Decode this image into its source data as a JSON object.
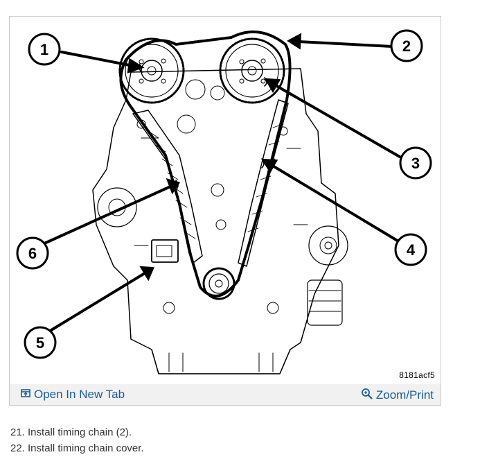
{
  "callouts": [
    "1",
    "2",
    "3",
    "4",
    "5",
    "6"
  ],
  "figure_code": "8181acf5",
  "toolbar": {
    "open_tab_label": "Open In New Tab",
    "zoom_label": "Zoom/Print",
    "open_tab_icon": "open-in-new-tab-icon",
    "zoom_icon": "magnifier-icon",
    "link_color": "#1a5c96"
  },
  "steps": [
    "21. Install timing chain (2).",
    "22. Install timing chain cover."
  ]
}
